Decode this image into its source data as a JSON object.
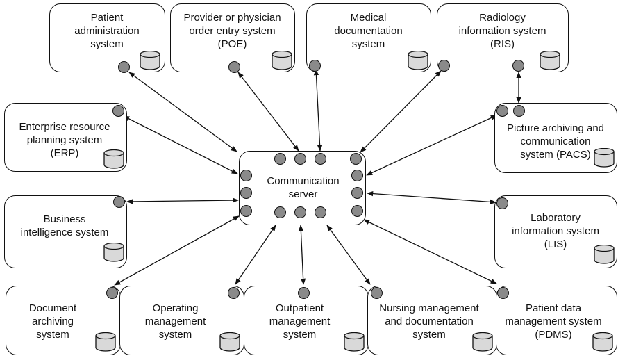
{
  "colors": {
    "port_fill": "#8a8a8a",
    "stroke": "#111111",
    "box_fill": "#ffffff"
  },
  "icons": {
    "port": "connection-port-icon",
    "database": "database-cylinder-icon"
  },
  "server": {
    "label": "Communication\nserver"
  },
  "systems": {
    "pas": {
      "label": "Patient\nadministration\nsystem"
    },
    "poe": {
      "label": "Provider or physician\norder entry system\n(POE)"
    },
    "meddoc": {
      "label": "Medical\ndocumentation\nsystem"
    },
    "ris": {
      "label": "Radiology\ninformation system\n(RIS)"
    },
    "erp": {
      "label": "Enterprise resource\nplanning system\n(ERP)"
    },
    "pacs": {
      "label": "Picture archiving and\ncommunication\nsystem (PACS)"
    },
    "bi": {
      "label": "Business\nintelligence system"
    },
    "lis": {
      "label": "Laboratory\ninformation system\n(LIS)"
    },
    "docarch": {
      "label": "Document\narchiving\nsystem"
    },
    "opmgmt": {
      "label": "Operating\nmanagement\nsystem"
    },
    "outpat": {
      "label": "Outpatient\nmanagement\nsystem"
    },
    "nursing": {
      "label": "Nursing management\nand documentation\nsystem"
    },
    "pdms": {
      "label": "Patient data\nmanagement system\n(PDMS)"
    }
  }
}
